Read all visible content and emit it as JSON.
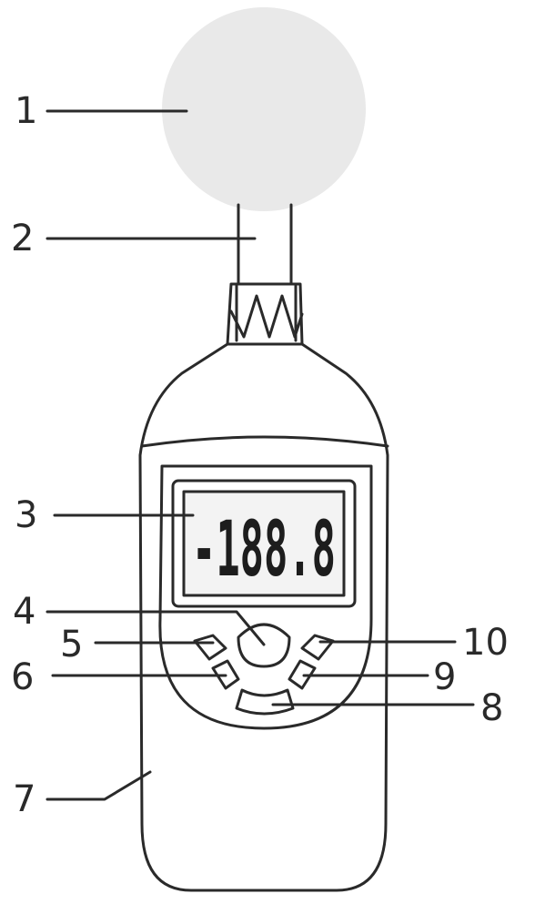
{
  "display": {
    "reading": "-188.8"
  },
  "callouts": [
    {
      "label": "1"
    },
    {
      "label": "2"
    },
    {
      "label": "3"
    },
    {
      "label": "4"
    },
    {
      "label": "5"
    },
    {
      "label": "6"
    },
    {
      "label": "7"
    },
    {
      "label": "8"
    },
    {
      "label": "9"
    },
    {
      "label": "10"
    }
  ],
  "colors": {
    "line": "#2a2a2a",
    "windscreen": "#e9e9e9",
    "lcd": "#f3f3f3"
  }
}
